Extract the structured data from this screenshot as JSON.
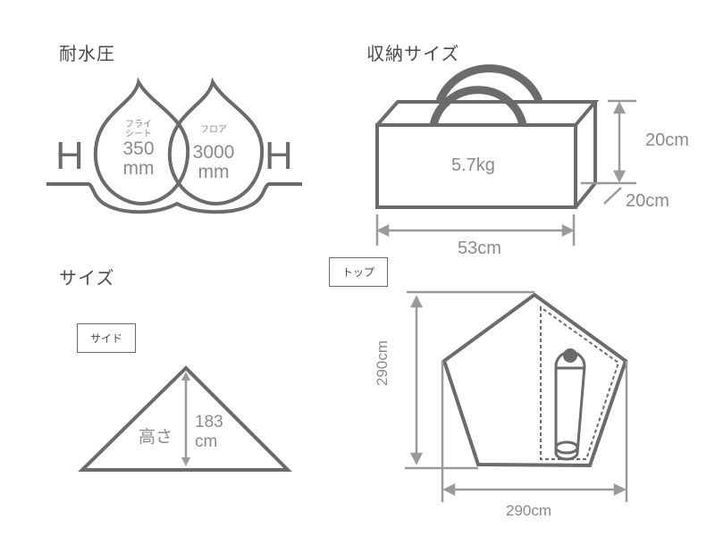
{
  "water_pressure": {
    "heading": "耐水圧",
    "h_left": "H",
    "h_right": "H",
    "fly": {
      "label_line1": "フライ",
      "label_line2": "シート",
      "value": "350",
      "unit": "mm"
    },
    "floor": {
      "label": "フロア",
      "value": "3000",
      "unit": "mm"
    }
  },
  "storage": {
    "heading": "収納サイズ",
    "weight": "5.7kg",
    "height": "20cm",
    "depth": "20cm",
    "width": "53cm"
  },
  "size": {
    "heading": "サイズ",
    "side": {
      "tag": "サイド",
      "height_label": "高さ",
      "height_value": "183",
      "height_unit": "cm"
    },
    "top": {
      "tag": "トップ",
      "depth": "290cm",
      "width": "290cm"
    }
  },
  "colors": {
    "outline": "#6b6b6b",
    "dimension": "#9a9a9a",
    "text": "#4a4a4a"
  }
}
